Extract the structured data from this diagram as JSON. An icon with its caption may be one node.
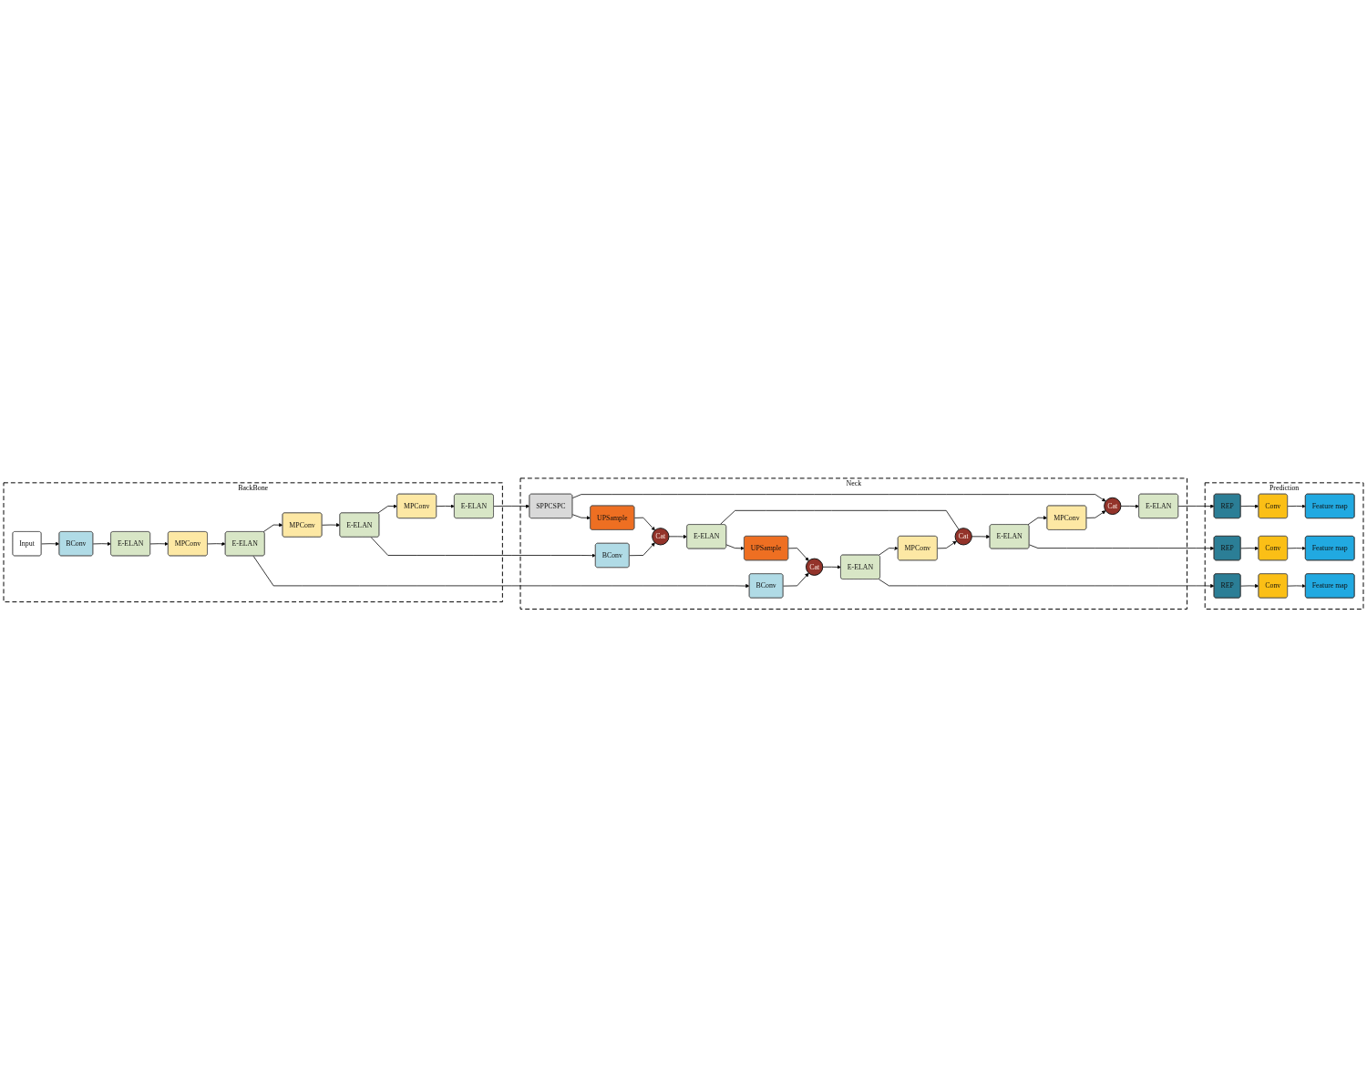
{
  "diagram": {
    "nodes": [
      {
        "text": [
          "BackBone"
        ]
      },
      {
        "text": [
          "Neck"
        ]
      },
      {
        "text": [
          "Prediction"
        ]
      },
      {
        "text": [
          "E-ELAN"
        ],
        "in": 0
      },
      {
        "text": [
          "MPConv"
        ],
        "in": 0
      },
      {
        "text": [
          "E-ELAN"
        ],
        "in": 0
      },
      {
        "text": [
          "MPConv"
        ],
        "in": 0
      },
      {
        "text": [
          "E-ELAN"
        ],
        "in": 0
      },
      {
        "text": [
          "MPConv"
        ],
        "in": 0
      },
      {
        "text": [
          "E-ELAN"
        ],
        "in": 0
      },
      {
        "text": [
          "BConv"
        ],
        "in": 0
      },
      {
        "text": [
          "Input"
        ],
        "in": 0
      },
      {
        "text": [
          "SPPCSPC"
        ],
        "in": 1
      },
      {
        "text": [
          "E-ELAN"
        ],
        "in": 1
      },
      {
        "text": [
          "Cat"
        ],
        "in": 1
      },
      {
        "text": [
          "BConv"
        ],
        "in": 1
      },
      {
        "text": [
          "UPSample"
        ],
        "in": 1
      },
      {
        "text": [
          "MPConv"
        ],
        "in": 1
      },
      {
        "text": [
          "Cat"
        ],
        "in": 1
      },
      {
        "text": [
          "E-ELAN"
        ],
        "in": 1
      },
      {
        "text": [
          "E-ELAN"
        ],
        "in": 1
      },
      {
        "text": [
          "Cat"
        ],
        "in": 1
      },
      {
        "text": [
          "UPSample"
        ],
        "in": 1
      },
      {
        "text": [
          "BConv"
        ],
        "in": 1
      },
      {
        "text": [
          "Cat"
        ],
        "in": 1
      },
      {
        "text": [
          "MPConv"
        ],
        "in": 1
      },
      {
        "text": [
          "E-ELAN"
        ],
        "in": 1
      },
      {
        "text": [
          "REP"
        ],
        "in": 2
      },
      {
        "text": [
          "Conv"
        ],
        "in": 2
      },
      {
        "text": [
          "Feature map"
        ],
        "in": 2
      },
      {
        "text": [
          "REP"
        ],
        "in": 2
      },
      {
        "text": [
          "Conv"
        ],
        "in": 2
      },
      {
        "text": [
          "Feature map"
        ],
        "in": 2
      },
      {
        "text": [
          "REP"
        ],
        "in": 2
      },
      {
        "text": [
          "Conv"
        ],
        "in": 2
      },
      {
        "text": [
          "Feature map"
        ],
        "in": 2
      }
    ],
    "edges": [
      {
        "from": 11,
        "to": 10,
        "arrow": "to"
      },
      {
        "from": 10,
        "to": 9,
        "arrow": "to"
      },
      {
        "from": 9,
        "to": 8,
        "arrow": "to"
      },
      {
        "from": 8,
        "to": 7,
        "arrow": "to"
      },
      {
        "from": 7,
        "to": 6,
        "arrow": "to"
      },
      {
        "from": 7,
        "to": 23,
        "arrow": "to"
      },
      {
        "from": 6,
        "to": 5,
        "arrow": "to"
      },
      {
        "from": 5,
        "to": 4,
        "arrow": "to"
      },
      {
        "from": 5,
        "to": 15,
        "arrow": "to"
      },
      {
        "from": 4,
        "to": 3,
        "arrow": "to"
      },
      {
        "from": 3,
        "to": 12,
        "arrow": "to"
      },
      {
        "from": 12,
        "to": 16,
        "arrow": "to"
      },
      {
        "from": 12,
        "to": 14,
        "arrow": "to"
      },
      {
        "from": 16,
        "to": 18,
        "arrow": "to"
      },
      {
        "from": 15,
        "to": 18,
        "arrow": "to"
      },
      {
        "from": 18,
        "to": 20,
        "arrow": "to"
      },
      {
        "from": 20,
        "to": 22,
        "arrow": "to"
      },
      {
        "from": 20,
        "to": 21,
        "arrow": "none"
      },
      {
        "from": 22,
        "to": 24,
        "arrow": "to"
      },
      {
        "from": 23,
        "to": 24,
        "arrow": "to"
      },
      {
        "from": 24,
        "to": 26,
        "arrow": "to"
      },
      {
        "from": 26,
        "to": 25,
        "arrow": "to"
      },
      {
        "from": 26,
        "to": 33,
        "arrow": "to"
      },
      {
        "from": 25,
        "to": 21,
        "arrow": "to"
      },
      {
        "from": 21,
        "to": 19,
        "arrow": "to"
      },
      {
        "from": 19,
        "to": 17,
        "arrow": "to"
      },
      {
        "from": 17,
        "to": 14,
        "arrow": "to"
      },
      {
        "from": 14,
        "to": 13,
        "arrow": "to"
      },
      {
        "from": 13,
        "to": 27,
        "arrow": "to"
      },
      {
        "from": 19,
        "to": 30,
        "arrow": "to"
      },
      {
        "from": 27,
        "to": 28,
        "arrow": "to"
      },
      {
        "from": 28,
        "to": 29,
        "arrow": "to"
      },
      {
        "from": 30,
        "to": 31,
        "arrow": "to"
      },
      {
        "from": 31,
        "to": 32,
        "arrow": "to"
      },
      {
        "from": 33,
        "to": 34,
        "arrow": "to"
      },
      {
        "from": 34,
        "to": 35,
        "arrow": "to"
      }
    ]
  }
}
